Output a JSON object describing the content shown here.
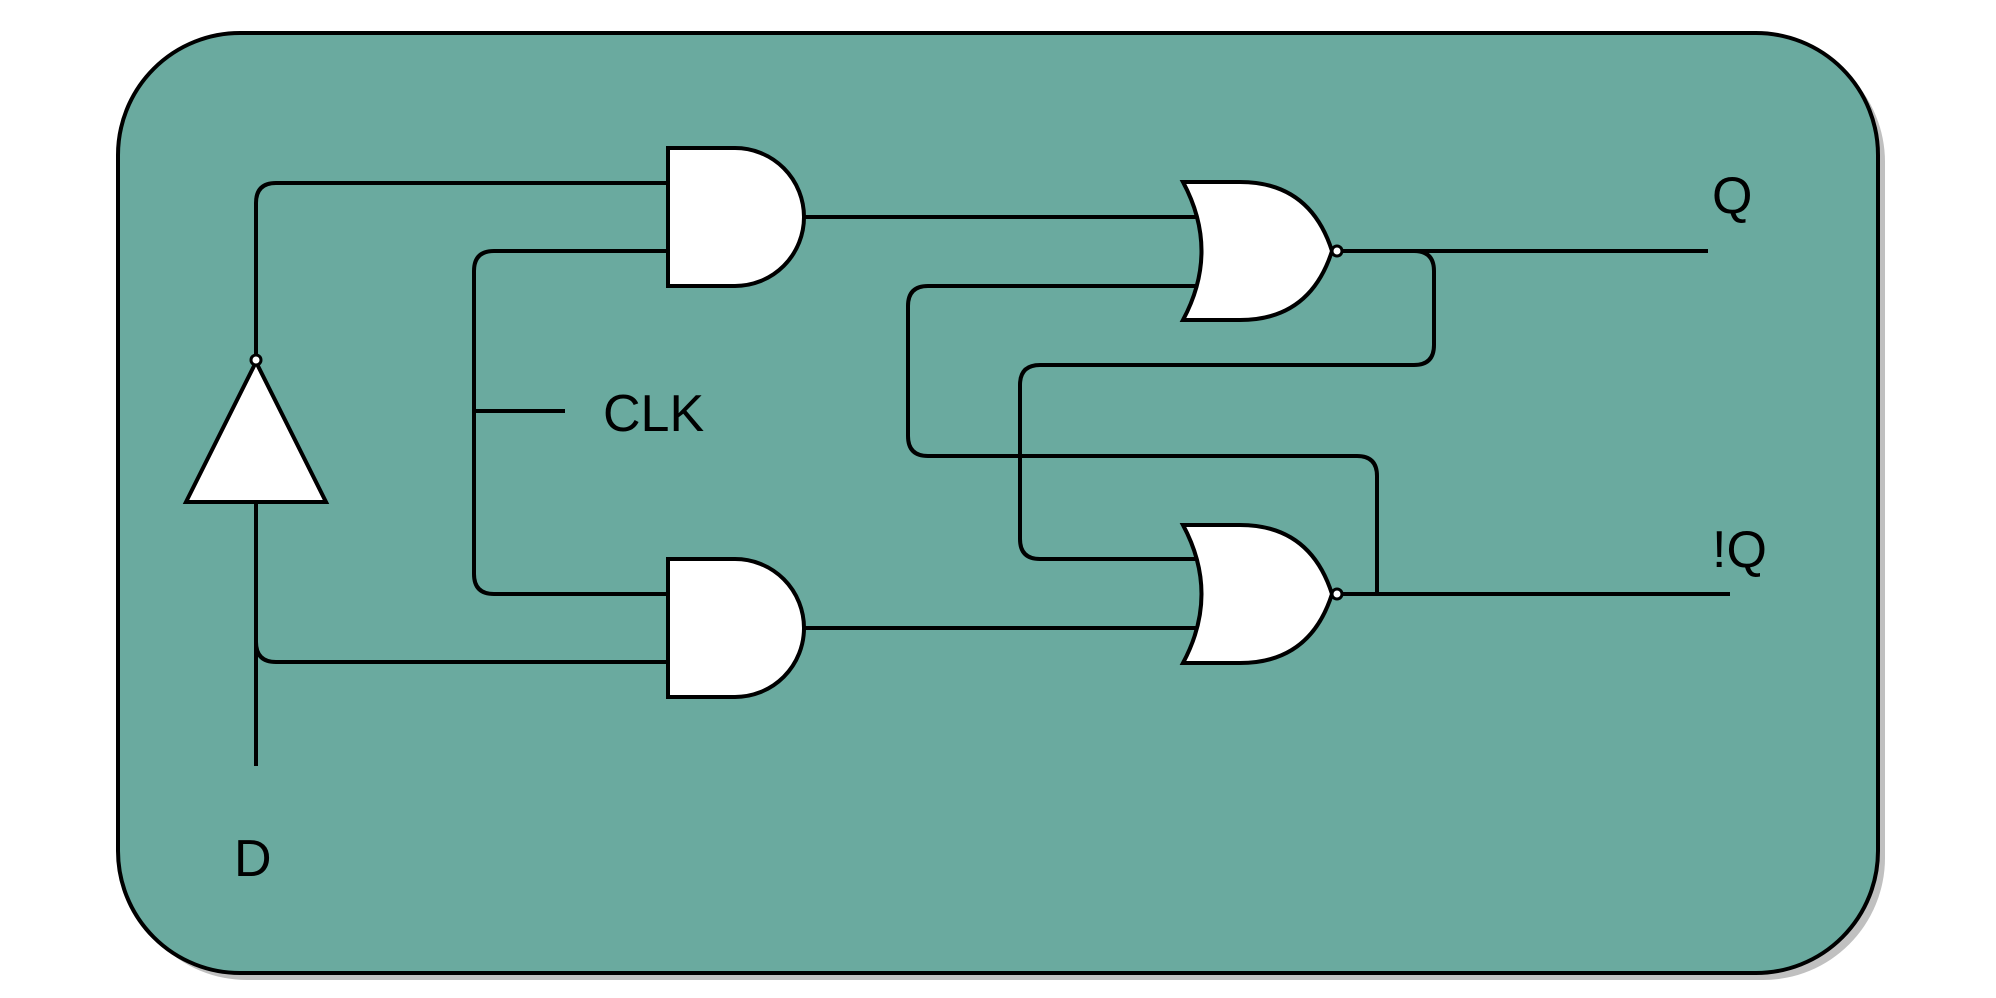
{
  "diagram": {
    "labels": {
      "d": "D",
      "clk": "CLK",
      "q": "Q",
      "q_not": "!Q"
    }
  },
  "colors": {
    "panel": "#6aaa9f",
    "stroke": "#000000",
    "gate_fill": "#ffffff",
    "shadow": "#c0c0c0",
    "background": "#ffffff"
  }
}
